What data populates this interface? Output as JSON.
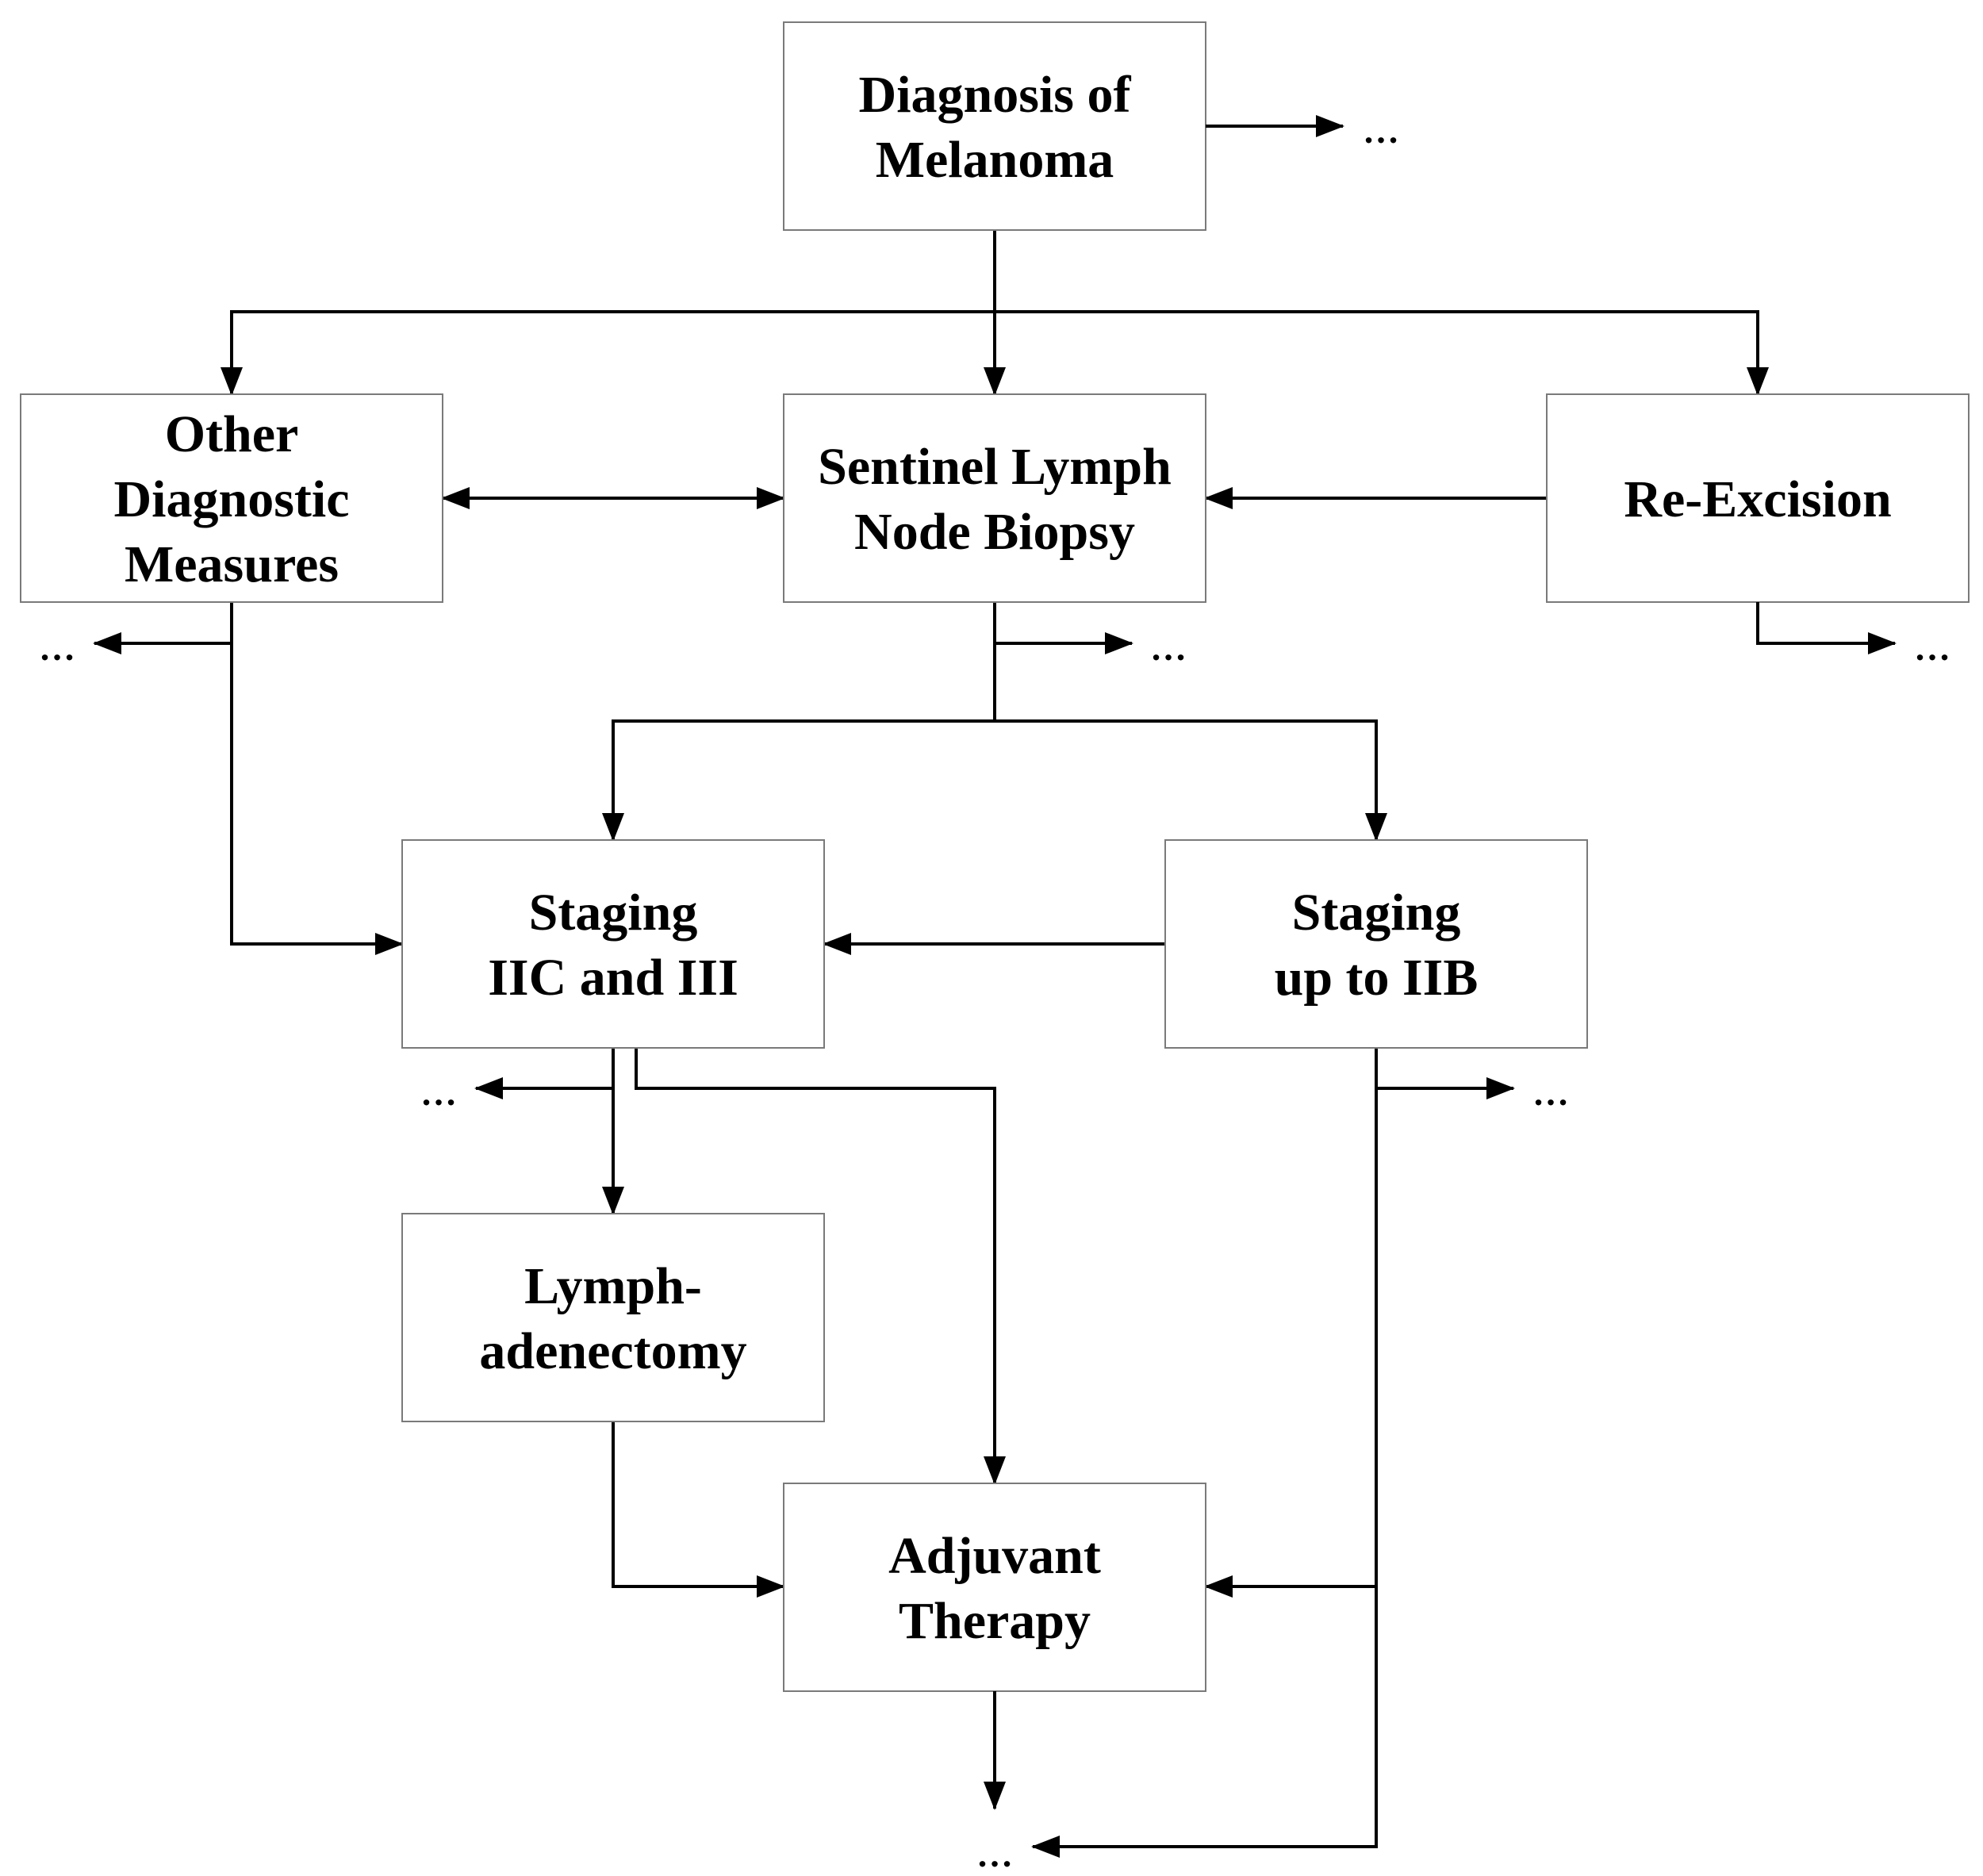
{
  "nodes": [
    {
      "id": "diagnosis",
      "lines": [
        "Diagnosis of",
        "Melanoma"
      ]
    },
    {
      "id": "other-diagnostic",
      "lines": [
        "Other",
        "Diagnostic",
        "Measures"
      ]
    },
    {
      "id": "sentinel",
      "lines": [
        "Sentinel Lymph",
        "Node Biopsy"
      ]
    },
    {
      "id": "re-excision",
      "lines": [
        "Re-Excision"
      ]
    },
    {
      "id": "staging-iic",
      "lines": [
        "Staging",
        "IIC and III"
      ]
    },
    {
      "id": "staging-iib",
      "lines": [
        "Staging",
        "up to IIB"
      ]
    },
    {
      "id": "lymphadenectomy",
      "lines": [
        "Lymph-",
        "adenectomy"
      ]
    },
    {
      "id": "adjuvant",
      "lines": [
        "Adjuvant",
        "Therapy"
      ]
    }
  ],
  "edges": [
    {
      "from": "diagnosis",
      "to": "other-diagnostic"
    },
    {
      "from": "diagnosis",
      "to": "sentinel"
    },
    {
      "from": "diagnosis",
      "to": "re-excision"
    },
    {
      "from": "other-diagnostic",
      "to": "sentinel",
      "bidirectional": true
    },
    {
      "from": "re-excision",
      "to": "sentinel"
    },
    {
      "from": "sentinel",
      "to": "staging-iic"
    },
    {
      "from": "sentinel",
      "to": "staging-iib"
    },
    {
      "from": "other-diagnostic",
      "to": "staging-iic"
    },
    {
      "from": "staging-iib",
      "to": "staging-iic"
    },
    {
      "from": "staging-iic",
      "to": "lymphadenectomy"
    },
    {
      "from": "staging-iic",
      "to": "adjuvant"
    },
    {
      "from": "lymphadenectomy",
      "to": "adjuvant"
    },
    {
      "from": "staging-iib",
      "to": "adjuvant"
    }
  ],
  "continuation_symbol": "…"
}
